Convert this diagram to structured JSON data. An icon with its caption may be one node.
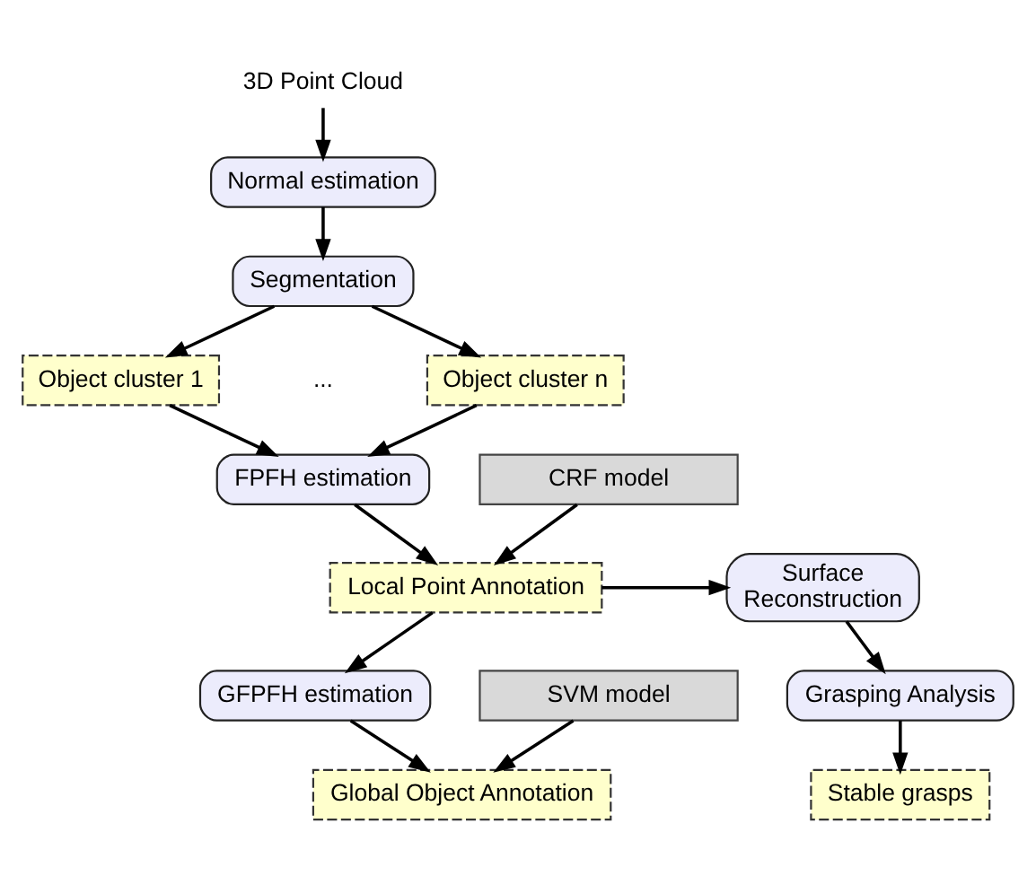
{
  "diagram": {
    "nodes": [
      {
        "text": [
          "3D Point Cloud"
        ]
      },
      {
        "text": [
          "Normal estimation"
        ]
      },
      {
        "text": [
          "Segmentation"
        ]
      },
      {
        "text": [
          "Object cluster 1"
        ]
      },
      {
        "text": [
          "Object cluster n"
        ]
      },
      {
        "text": [
          "FPFH estimation"
        ]
      },
      {
        "text": [
          "CRF model"
        ]
      },
      {
        "text": [
          "Surface Reconstruction"
        ]
      },
      {
        "text": [
          "Local Point Annotation"
        ]
      },
      {
        "text": [
          "Grasping Analysis"
        ]
      },
      {
        "text": [
          "GFPFH estimation"
        ]
      },
      {
        "text": [
          "SVM model"
        ]
      },
      {
        "text": [
          "Stable grasps"
        ]
      },
      {
        "text": [
          "Global Object Annotation"
        ]
      }
    ],
    "edges": [
      {
        "from": 0,
        "to": 1,
        "arrow": "to"
      },
      {
        "from": 1,
        "to": 2,
        "arrow": "to"
      },
      {
        "from": 2,
        "to": 3,
        "arrow": "to"
      },
      {
        "from": 2,
        "to": 4,
        "arrow": "to"
      },
      {
        "from": 3,
        "to": 5,
        "arrow": "to"
      },
      {
        "from": 4,
        "to": 5,
        "arrow": "to"
      },
      {
        "from": 5,
        "to": 8,
        "arrow": "to"
      },
      {
        "from": 6,
        "to": 8,
        "arrow": "to"
      },
      {
        "from": 8,
        "to": 7,
        "arrow": "to"
      },
      {
        "from": 7,
        "to": 9,
        "arrow": "to"
      },
      {
        "from": 9,
        "to": 12,
        "arrow": "to"
      },
      {
        "from": 8,
        "to": 10,
        "arrow": "to"
      },
      {
        "from": 10,
        "to": 13,
        "arrow": "to"
      },
      {
        "from": 11,
        "to": 13,
        "arrow": "to"
      }
    ],
    "labels": [
      "..."
    ]
  }
}
